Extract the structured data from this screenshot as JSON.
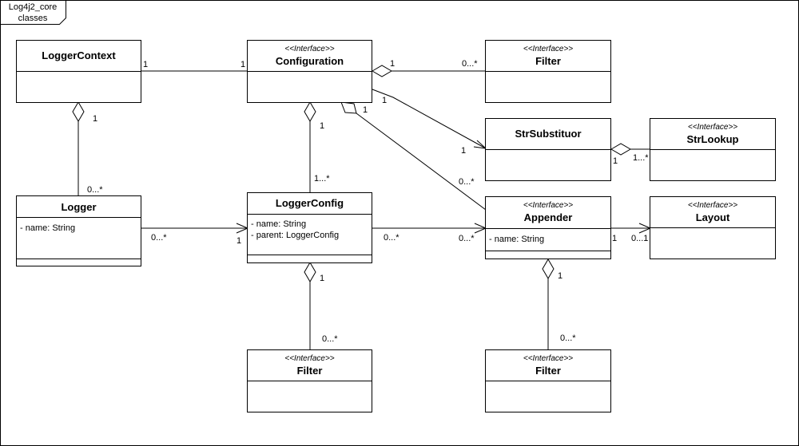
{
  "frame": {
    "title_line1": "Log4j2_core",
    "title_line2": "classes"
  },
  "classes": {
    "logger_context": {
      "name": "LoggerContext"
    },
    "configuration": {
      "stereotype": "<<Interface>>",
      "name": "Configuration"
    },
    "filter_top": {
      "stereotype": "<<Interface>>",
      "name": "Filter"
    },
    "str_substitutor": {
      "name": "StrSubstituor"
    },
    "str_lookup": {
      "stereotype": "<<Interface>>",
      "name": "StrLookup"
    },
    "logger": {
      "name": "Logger",
      "attributes": [
        "- name: String"
      ]
    },
    "logger_config": {
      "name": "LoggerConfig",
      "attributes": [
        "- name: String",
        "- parent: LoggerConfig"
      ]
    },
    "appender": {
      "stereotype": "<<Interface>>",
      "name": "Appender",
      "attributes": [
        "- name: String"
      ]
    },
    "layout": {
      "stereotype": "<<Interface>>",
      "name": "Layout"
    },
    "filter_lc": {
      "stereotype": "<<Interface>>",
      "name": "Filter"
    },
    "filter_app": {
      "stereotype": "<<Interface>>",
      "name": "Filter"
    }
  },
  "multiplicities": {
    "ctx_conf_a": "1",
    "ctx_conf_b": "1",
    "conf_filter_a": "1",
    "conf_filter_b": "0...*",
    "conf_strsub_a": "1",
    "conf_strsub_b": "1",
    "conf_appender_a": "1",
    "conf_appender_b": "0...*",
    "strsub_lookup_a": "1",
    "strsub_lookup_b": "1...*",
    "ctx_logger_a": "1",
    "ctx_logger_b": "0...*",
    "conf_lc_a": "1",
    "conf_lc_b": "1...*",
    "logger_lc_a": "0...*",
    "logger_lc_b": "1",
    "lc_appender_a": "0...*",
    "lc_appender_b": "0...*",
    "appender_layout_a": "1",
    "appender_layout_b": "0...1",
    "lc_filter_a": "1",
    "lc_filter_b": "0...*",
    "app_filter_a": "1",
    "app_filter_b": "0...*"
  }
}
